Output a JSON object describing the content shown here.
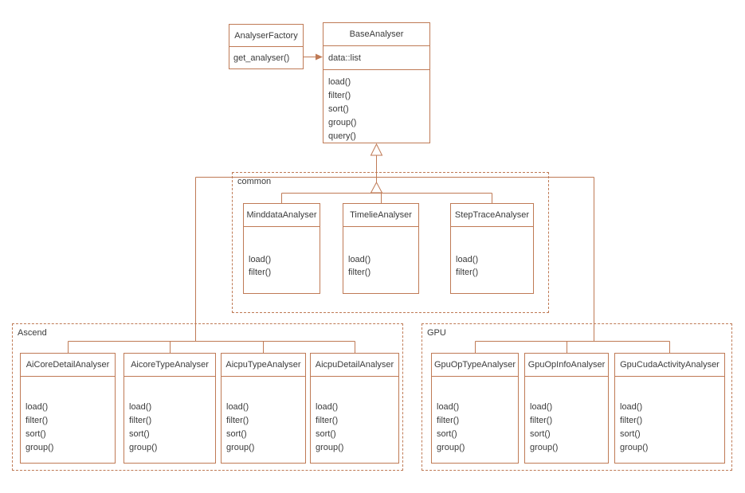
{
  "diagram": {
    "colors": {
      "accent": "#bf7a55",
      "text": "#3b3b3b",
      "background": "#ffffff"
    },
    "factory": {
      "name": "AnalyserFactory",
      "methods": [
        "get_analyser()"
      ]
    },
    "base": {
      "name": "BaseAnalyser",
      "attributes": [
        "data::list"
      ],
      "methods": [
        "load()",
        "filter()",
        "sort()",
        "group()",
        "query()"
      ]
    },
    "groups": {
      "common": {
        "label": "common",
        "classes": [
          {
            "name": "MinddataAnalyser",
            "methods": [
              "load()",
              "filter()"
            ]
          },
          {
            "name": "TimelieAnalyser",
            "methods": [
              "load()",
              "filter()"
            ]
          },
          {
            "name": "StepTraceAnalyser",
            "methods": [
              "load()",
              "filter()"
            ]
          }
        ]
      },
      "ascend": {
        "label": "Ascend",
        "classes": [
          {
            "name": "AiCoreDetailAnalyser",
            "methods": [
              "load()",
              "filter()",
              "sort()",
              "group()"
            ]
          },
          {
            "name": "AicoreTypeAnalyser",
            "methods": [
              "load()",
              "filter()",
              "sort()",
              "group()"
            ]
          },
          {
            "name": "AicpuTypeAnalyser",
            "methods": [
              "load()",
              "filter()",
              "sort()",
              "group()"
            ]
          },
          {
            "name": "AicpuDetailAnalyser",
            "methods": [
              "load()",
              "filter()",
              "sort()",
              "group()"
            ]
          }
        ]
      },
      "gpu": {
        "label": "GPU",
        "classes": [
          {
            "name": "GpuOpTypeAnalyser",
            "methods": [
              "load()",
              "filter()",
              "sort()",
              "group()"
            ]
          },
          {
            "name": "GpuOpInfoAnalyser",
            "methods": [
              "load()",
              "filter()",
              "sort()",
              "group()"
            ]
          },
          {
            "name": "GpuCudaActivityAnalyser",
            "methods": [
              "load()",
              "filter()",
              "sort()",
              "group()"
            ]
          }
        ]
      }
    }
  }
}
